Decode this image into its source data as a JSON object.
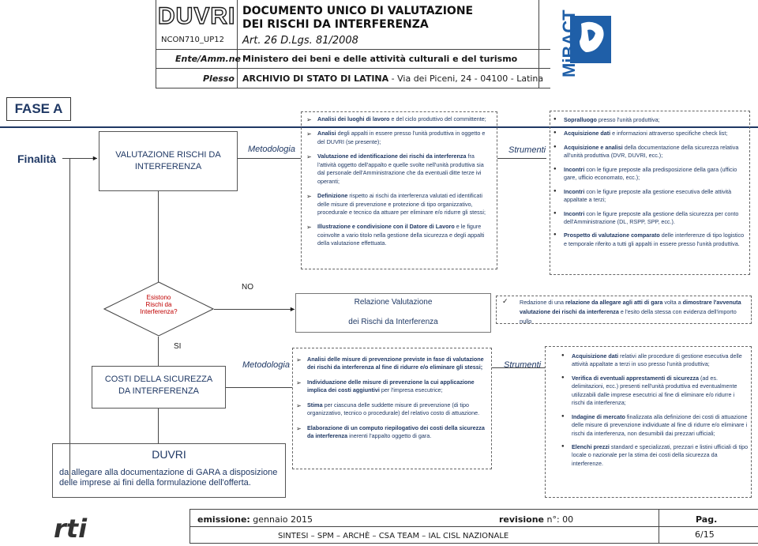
{
  "header": {
    "logo_text": "DUVRI",
    "code": "NCON710_UP12",
    "title_line1": "DOCUMENTO UNICO DI VALUTAZIONE",
    "title_line2": "DEI RISCHI DA INTERFERENZA",
    "law": "Art. 26 D.Lgs. 81/2008",
    "ente_label": "Ente/Amm.ne",
    "ente_value": "Ministero dei beni e delle attività culturali e del turismo",
    "plesso_label": "Plesso",
    "plesso_value_bold": "ARCHIVIO DI STATO DI LATINA",
    "plesso_value_rest": " - Via dei Piceni, 24 - 04100 - Latina",
    "mibact_logo": "MiBACT"
  },
  "fase": "FASE A",
  "finalita": "Finalità",
  "valutazione_box": "VALUTAZIONE RISCHI DA INTERFERENZA",
  "metodologia_label": "Metodologia",
  "strumenti_label": "Strumenti",
  "metodologia_top": [
    {
      "b": "Analisi dei luoghi di lavoro",
      "t": " e del ciclo produttivo del committente;"
    },
    {
      "b": "Analisi",
      "t": " degli appalti in essere presso l'unità produttiva in oggetto e del DUVRI (se presente);"
    },
    {
      "b": "Valutazione ed identificazione dei rischi da interferenza",
      "t": " fra l'attività oggetto dell'appalto e quelle svolte nell'unità produttiva sia dal personale dell'Amministrazione che da eventuali ditte terze ivi operanti;"
    },
    {
      "b": "Definizione",
      "t": " rispetto ai rischi da interferenza valutati ed identificati delle misure di prevenzione e protezione di tipo organizzativo, procedurale e tecnico da attuare per eliminare e/o ridurre gli stessi;"
    },
    {
      "b": "Illustrazione e condivisione con il Datore di Lavoro",
      "t": " e le figure coinvolte a vario titolo nella gestione della sicurezza e degli appalti della valutazione effettuata."
    }
  ],
  "strumenti_top": [
    {
      "b": "Sopralluogo",
      "t": " presso l'unità produttiva;"
    },
    {
      "b": "Acquisizione dati",
      "t": " e informazioni attraverso specifiche check list;"
    },
    {
      "b": "Acquisizione e analisi",
      "t": " della documentazione della sicurezza relativa all'unità produttiva (DVR, DUVRI, ecc.);"
    },
    {
      "b": "Incontri",
      "t": " con le figure preposte alla predisposizione della gara (ufficio gare, ufficio economato, ecc.);"
    },
    {
      "b": "Incontri",
      "t": " con le figure preposte alla gestione esecutiva delle attività appaltate a terzi;"
    },
    {
      "b": "Incontri",
      "t": " con le figure preposte alla gestione della sicurezza per conto dell'Amministrazione (DL, RSPP, SPP, ecc.)."
    },
    {
      "b": "Prospetto di valutazione comparato",
      "t": " delle interferenze di tipo logistico e temporale riferito a tutti gli appalti in essere presso l'unità produttiva."
    }
  ],
  "decision": "Esistono Rischi da Interferenza?",
  "no_label": "NO",
  "si_label": "SI",
  "relazione_line1": "Relazione Valutazione",
  "relazione_line2": "dei Rischi da Interferenza",
  "relazione_note": {
    "a": "Redazione di una ",
    "b": "relazione da allegare agli atti di gara",
    "c": " volta a ",
    "d": "dimostrare l'avvenuta valutazione dei rischi da interferenza",
    "e": " e l'esito della stessa con evidenza dell'importo nullo"
  },
  "costi_box": "COSTI DELLA SICUREZZA DA INTERFERENZA",
  "metodologia_bottom": [
    {
      "b": "Analisi delle misure di prevenzione previste in fase di valutazione dei rischi da interferenza al fine di ridurre e/o eliminare gli stessi;",
      "t": ""
    },
    {
      "b": "Individuazione delle misure di prevenzione la cui applicazione implica dei costi aggiuntivi",
      "t": " per l'impresa esecutrice;"
    },
    {
      "b": "Stima",
      "t": " per ciascuna delle suddette misure di prevenzione (di tipo organizzativo, tecnico o procedurale) del relativo costo di attuazione."
    },
    {
      "b": "Elaborazione di un computo riepilogativo dei costi della sicurezza da interferenza",
      "t": " inerenti l'appalto oggetto di gara."
    }
  ],
  "strumenti_bottom": [
    {
      "b": "Acquisizione dati",
      "t": " relativi alle procedure di gestione esecutiva delle attività appaltate a terzi in uso presso l'unità produttiva;"
    },
    {
      "b": "Verifica di eventuali apprestamenti di sicurezza",
      "t": " (ad es. delimitazioni, ecc.) presenti nell'unità produttiva ed eventualmente utilizzabili dalle imprese esecutrici al fine di eliminare e/o ridurre i rischi da interferenza;"
    },
    {
      "b": "Indagine di mercato",
      "t": " finalizzata alla definizione dei costi di attuazione delle misure di prevenzione individuate al fine di ridurre e/o eliminare i rischi da interferenza, non desumibili dai prezzari ufficiali;"
    },
    {
      "b": "Elenchi prezzi",
      "t": " standard e specializzati, prezzari e listini ufficiali di tipo locale o nazionale per la stima dei costi della sicurezza da interferenze."
    }
  ],
  "duvri_box": {
    "title": "DUVRI",
    "text": "da allegare alla documentazione di GARA a disposizione delle imprese ai fini della formulazione dell'offerta."
  },
  "footer": {
    "logo": "rti",
    "emissione_label": "emissione:",
    "emissione_value": " gennaio 2015",
    "revisione_label": "revisione",
    "revisione_value": " n°: 00",
    "sintesi": "SINTESI – SPM – ARCHÈ – CSA TEAM – IAL CISL NAZIONALE",
    "pag_label": "Pag.",
    "pag_value": "6/15"
  }
}
